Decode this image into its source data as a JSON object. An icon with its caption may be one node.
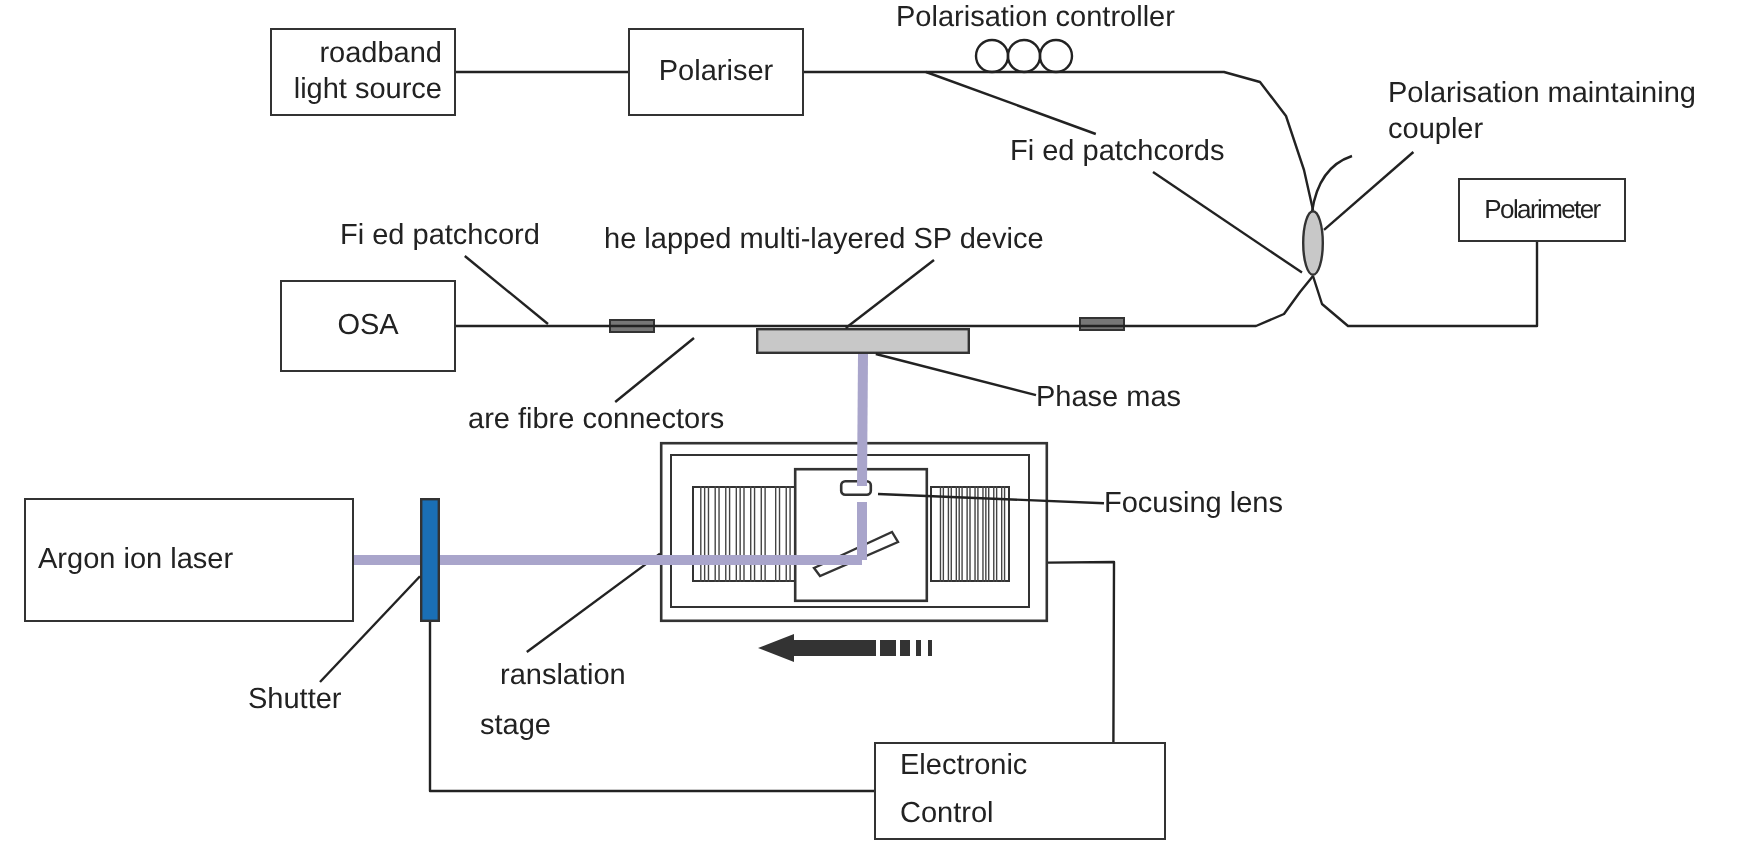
{
  "diagram": {
    "nodes": [
      {
        "text": [
          "roadband light source"
        ]
      },
      {
        "text": [
          "Polariser"
        ]
      },
      {
        "text": [],
        "shape": "ellipse"
      },
      {
        "text": [
          "Polarisation maintaining coupler"
        ]
      },
      {
        "text": [
          "Polarimeter"
        ]
      },
      {
        "text": [
          "Fi ed patchcords"
        ]
      },
      {
        "text": [
          "Fi ed patchcord"
        ]
      },
      {
        "text": [
          "OSA"
        ]
      },
      {
        "text": [
          "he lapped multi-layered SP device"
        ]
      },
      {
        "text": [],
        "shape": "bar"
      },
      {
        "text": [
          "Phase mas"
        ]
      },
      {
        "text": [
          "are fibre connectors"
        ]
      },
      {
        "text": [],
        "shape": "box"
      },
      {
        "text": [],
        "shape": "box",
        "in": 12
      },
      {
        "text": [],
        "shape": "box",
        "in": 13
      },
      {
        "text": [],
        "shape": "bar",
        "in": 13
      },
      {
        "text": [
          "Focusing lens"
        ]
      },
      {
        "text": [
          "Argon ion laser"
        ]
      },
      {
        "text": [],
        "shape": "bar"
      },
      {
        "text": [
          "Shutter"
        ]
      },
      {
        "text": [
          "ranslation stage"
        ]
      },
      {
        "text": [
          "Electronic Control"
        ]
      }
    ],
    "edges": [
      {
        "from": 0,
        "to": 1,
        "arrow": "none"
      },
      {
        "from": 1,
        "to": 2,
        "arrow": "none"
      },
      {
        "from": 2,
        "to": 4,
        "arrow": "none"
      },
      {
        "from": 7,
        "to": 2,
        "arrow": "none"
      },
      {
        "from": 3,
        "to": 2,
        "arrow": "none"
      },
      {
        "from": 5,
        "to": null,
        "arrow": "none"
      },
      {
        "from": 5,
        "to": 2,
        "arrow": "none"
      },
      {
        "from": 6,
        "to": null,
        "arrow": "none"
      },
      {
        "from": 8,
        "to": 9,
        "arrow": "none"
      },
      {
        "from": 10,
        "to": 9,
        "arrow": "none"
      },
      {
        "from": 11,
        "to": null,
        "arrow": "none"
      },
      {
        "from": 16,
        "to": 14,
        "arrow": "none"
      },
      {
        "from": 19,
        "to": 18,
        "arrow": "none"
      },
      {
        "from": 20,
        "to": 12,
        "arrow": "none"
      },
      {
        "from": 17,
        "to": 18,
        "arrow": "none",
        "style": "thick",
        "color": "#a9a5cb"
      },
      {
        "from": 18,
        "to": 15,
        "arrow": "none",
        "style": "thick",
        "color": "#a9a5cb"
      },
      {
        "from": 15,
        "to": 14,
        "arrow": "none",
        "style": "thick",
        "color": "#a9a5cb"
      },
      {
        "from": 14,
        "to": 9,
        "arrow": "none",
        "style": "thick",
        "color": "#a9a5cb"
      },
      {
        "from": 21,
        "to": 18,
        "arrow": "none"
      },
      {
        "from": 21,
        "to": 12,
        "arrow": "none"
      }
    ],
    "labels": [
      "Polarisation controller"
    ]
  }
}
